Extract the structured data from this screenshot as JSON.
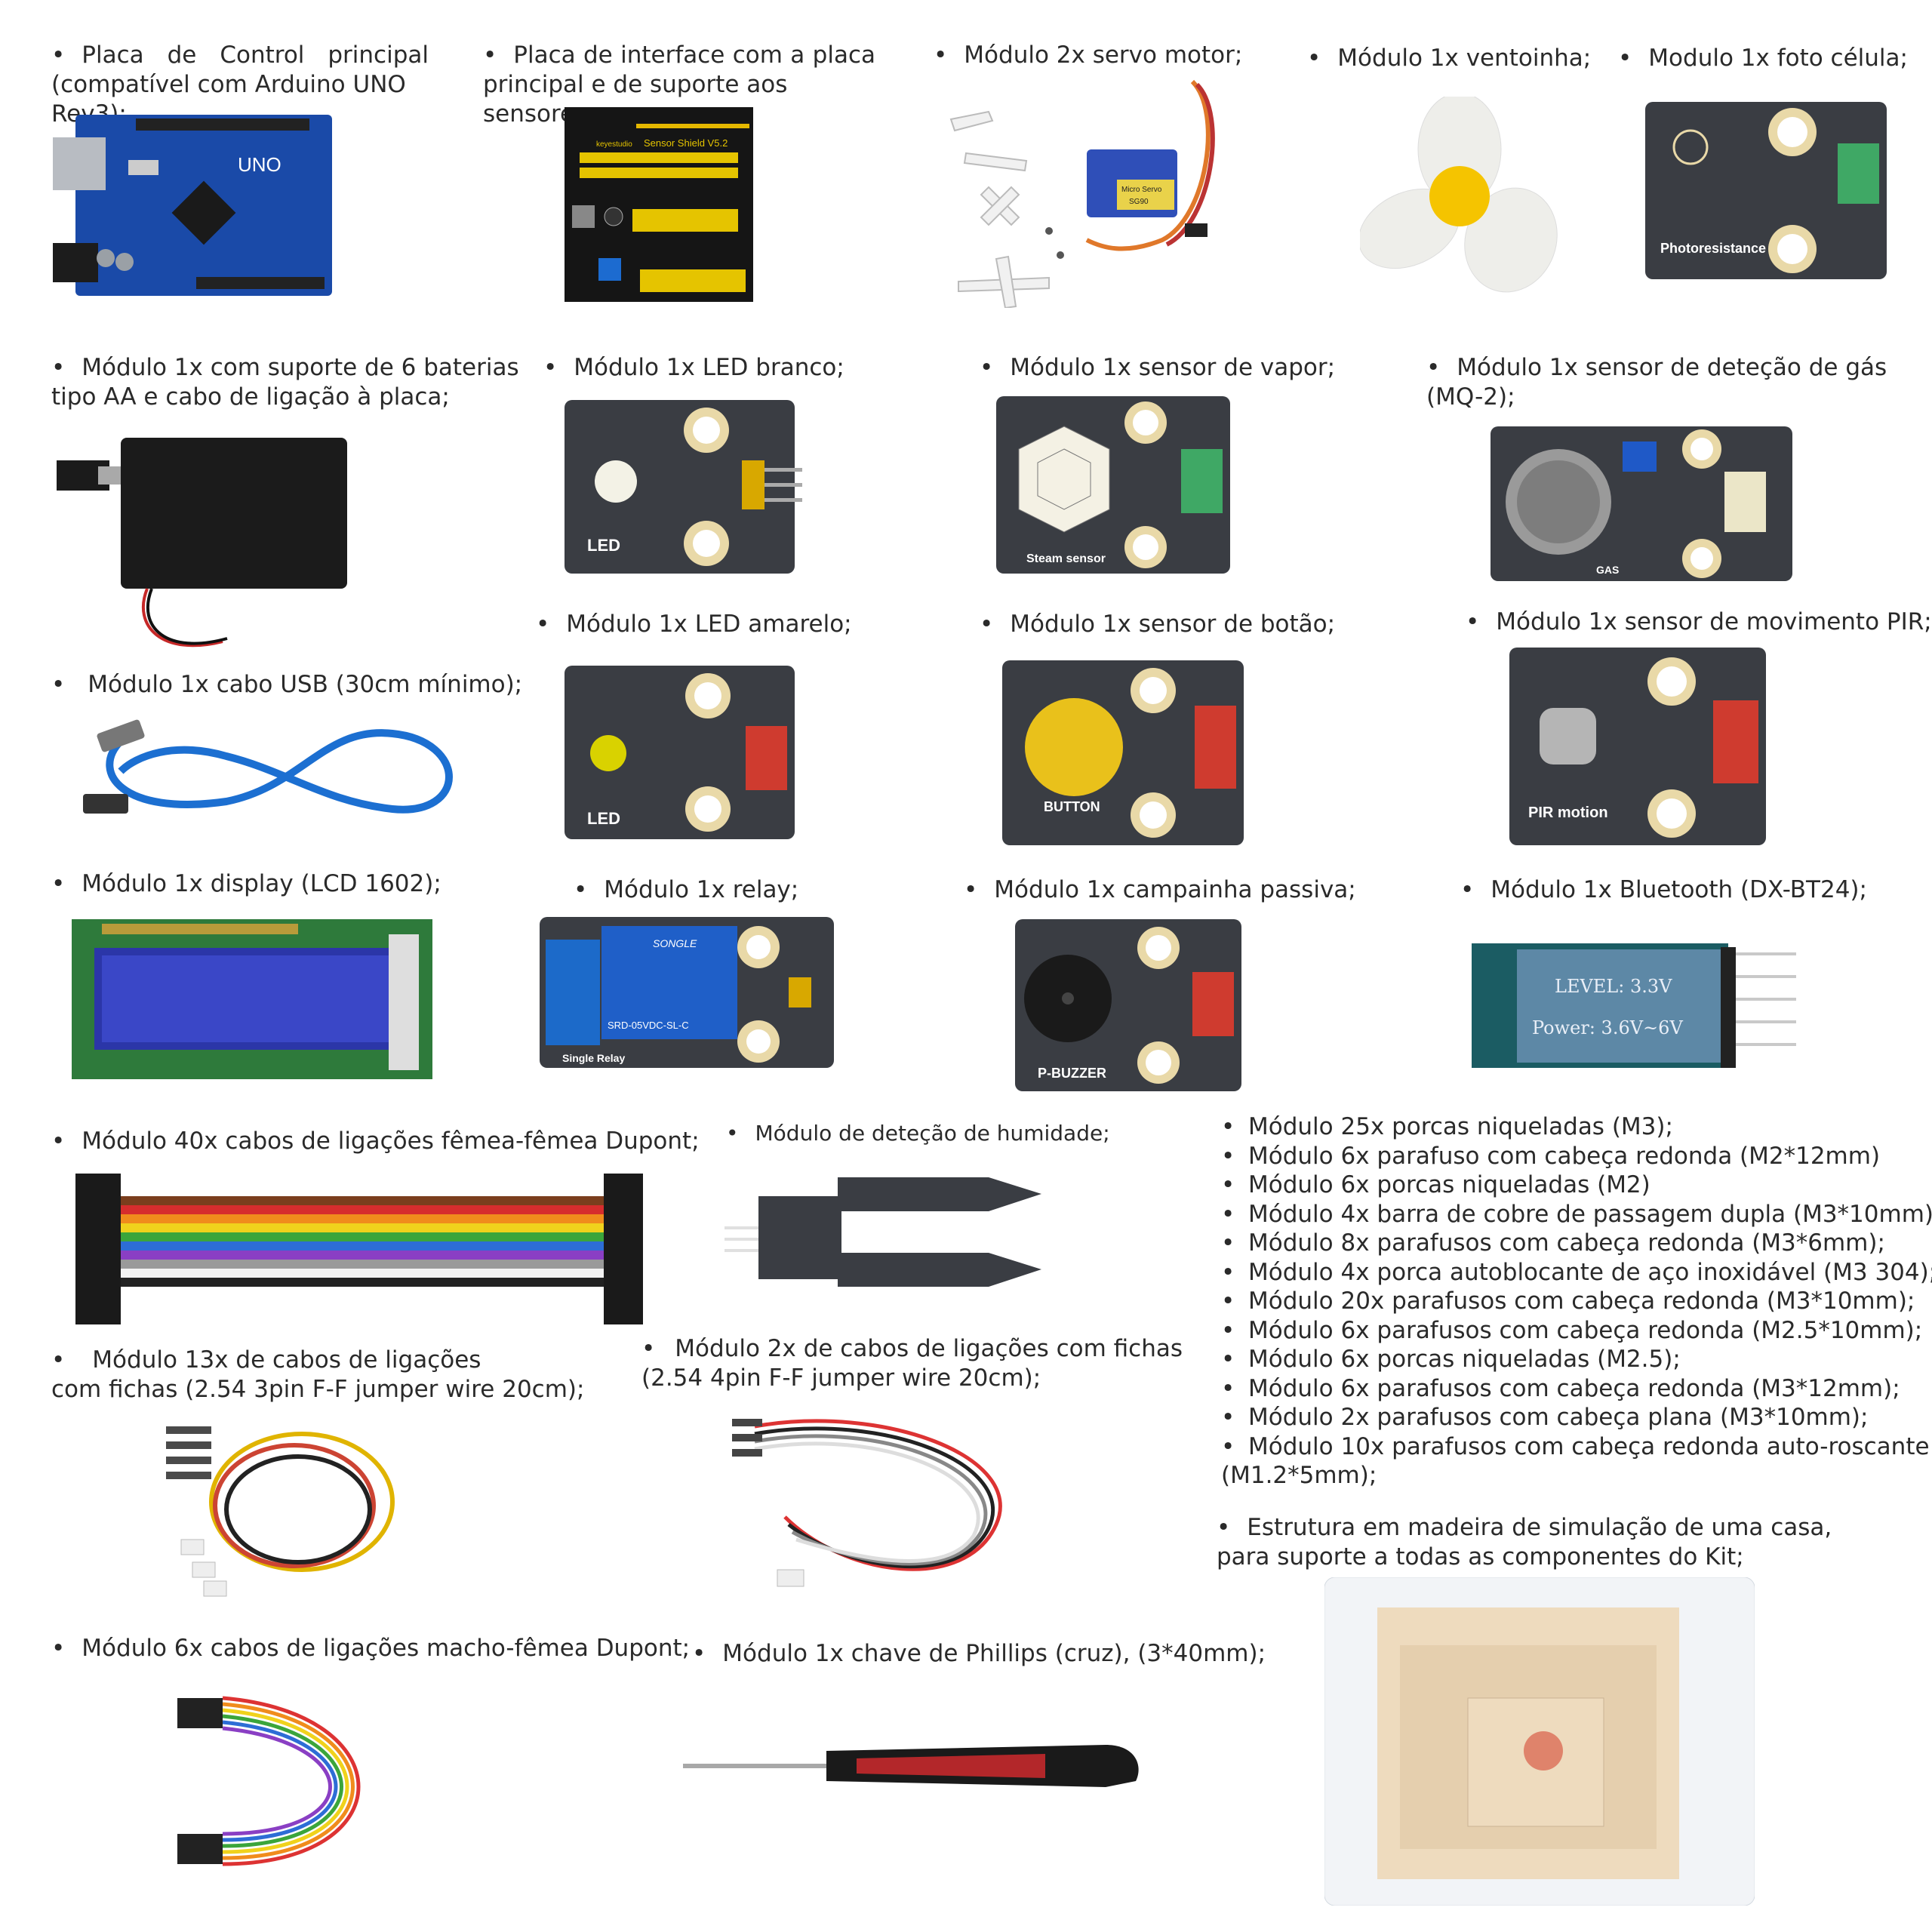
{
  "items": {
    "control_board": {
      "line1": "Placa de Control principal",
      "line2": "(compatível com Arduino UNO Rev3);"
    },
    "shield": {
      "line1": "Placa de interface com a placa",
      "line2": "principal e de suporte aos sensores;"
    },
    "servo": {
      "label": "Módulo 2x servo motor;"
    },
    "fan": {
      "label": "Módulo 1x ventoinha;"
    },
    "photocell": {
      "label": "Modulo 1x foto célula;"
    },
    "battery": {
      "line1": "Módulo 1x com suporte de 6 baterias",
      "line2": "tipo AA e cabo de ligação à placa;"
    },
    "led_white": {
      "label": "Módulo 1x LED branco;"
    },
    "steam": {
      "label": "Módulo 1x sensor de vapor;"
    },
    "gas": {
      "line1": "Módulo 1x sensor de deteção de gás",
      "line2": "(MQ-2);"
    },
    "led_yellow": {
      "label": "Módulo 1x LED amarelo;"
    },
    "button": {
      "label": "Módulo 1x sensor de botão;"
    },
    "pir": {
      "label": "Módulo 1x sensor de movimento PIR;"
    },
    "usb": {
      "label": "Módulo 1x cabo USB (30cm mínimo);"
    },
    "lcd": {
      "label": "Módulo 1x display (LCD 1602);"
    },
    "relay": {
      "label": "Módulo 1x relay;"
    },
    "buzzer": {
      "label": "Módulo 1x campainha passiva;"
    },
    "bluetooth": {
      "label": "Módulo 1x Bluetooth (DX-BT24);"
    },
    "dupont_ff": {
      "label": "Módulo 40x cabos de ligações fêmea-fêmea Dupont;"
    },
    "humidity": {
      "label": "Módulo de deteção de humidade;"
    },
    "jumper3": {
      "line1": "Módulo 13x de cabos de ligações",
      "line2": "com fichas (2.54 3pin F-F jumper wire 20cm);"
    },
    "jumper4": {
      "line1": "Módulo 2x de cabos de ligações com fichas",
      "line2": "(2.54 4pin F-F jumper wire 20cm);"
    },
    "dupont_mf": {
      "label": "Módulo 6x cabos de ligações macho-fêmea Dupont;"
    },
    "screwdriver": {
      "label": "Módulo 1x chave de Phillips (cruz), (3*40mm);"
    },
    "house": {
      "line1": "Estrutura em madeira de simulação de uma casa,",
      "line2": "para suporte a todas as componentes do Kit;"
    }
  },
  "hardware_list": [
    "Módulo 25x porcas niqueladas (M3);",
    "Módulo 6x parafuso com cabeça redonda (M2*12mm)",
    "Módulo 6x porcas niqueladas (M2)",
    "Módulo 4x barra de cobre de passagem dupla (M3*10mm);",
    "Módulo 8x parafusos com cabeça redonda (M3*6mm);",
    "Módulo 4x porca autoblocante de aço inoxidável (M3 304);",
    "Módulo 20x parafusos com cabeça redonda (M3*10mm);",
    "Módulo 6x parafusos com cabeça redonda (M2.5*10mm);",
    "Módulo 6x porcas niqueladas (M2.5);",
    "Módulo 6x parafusos com cabeça redonda (M3*12mm);",
    "Módulo 2x parafusos com cabeça plana (M3*10mm);",
    "Módulo 10x parafusos com cabeça redonda auto-roscante"
  ],
  "hardware_list_tail": "(M1.2*5mm);",
  "silkscreen": {
    "uno": "UNO",
    "shield_brand": "keyestudio",
    "shield_name": "Sensor Shield V5.2",
    "photo": "Photoresistance",
    "led": "LED",
    "steam": "Steam sensor",
    "gas": "GAS",
    "button": "BUTTON",
    "pir": "PIR motion",
    "relay": "Single Relay",
    "relay_brand": "SONGLE",
    "relay_model": "SRD-05VDC-SL-C",
    "buzzer": "P-BUZZER",
    "bt_level": "LEVEL: 3.3V",
    "bt_power": "Power: 3.6V~6V",
    "servo": "Micro Servo",
    "servo_model": "SG90"
  }
}
